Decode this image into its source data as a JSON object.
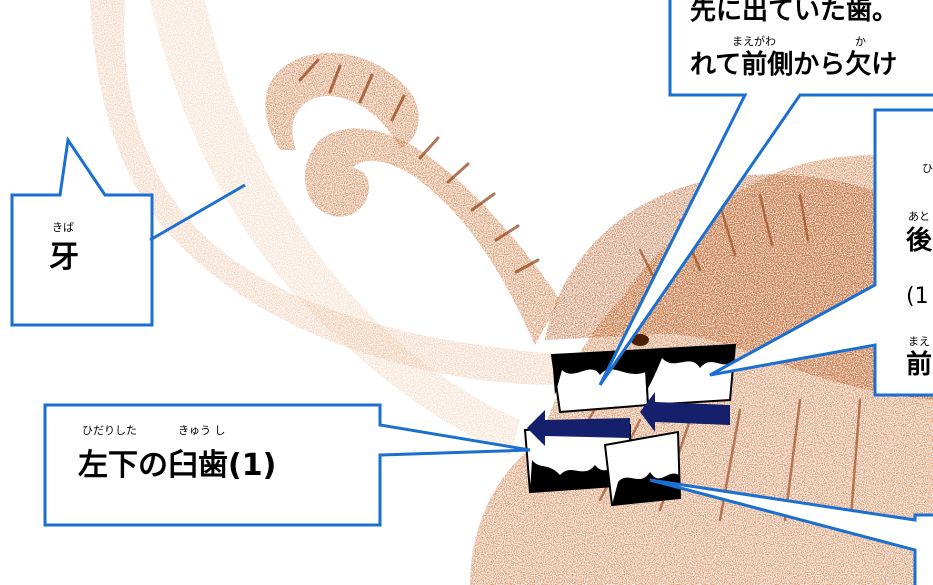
{
  "callouts": {
    "tusk": {
      "text": "牙",
      "ruby": "きば"
    },
    "lower_left_molar": {
      "text": "左下の臼歯(1)",
      "ruby_left": "ひだりした",
      "ruby_molar": "きゅう し"
    },
    "top_right": {
      "line1": "先に出ていた歯。",
      "line2": "れて前側から欠け",
      "ruby_maegawa": "まえがわ",
      "ruby_ka": "か"
    },
    "right_panel": {
      "ruby_hi": "ひ",
      "ato_ruby": "あと",
      "ato_char": "後",
      "paren": "(1",
      "mae_ruby": "まえ",
      "mae_char": "前"
    }
  },
  "colors": {
    "callout_border": "#1b6fd0",
    "mammoth_fill": "#c8692a",
    "mammoth_dark": "#8f3f12",
    "tusk_fill": "#ecc3a3",
    "arrow_fill": "#14206b"
  },
  "icons": [
    "mammoth-illustration",
    "molar-tooth",
    "movement-arrow"
  ]
}
